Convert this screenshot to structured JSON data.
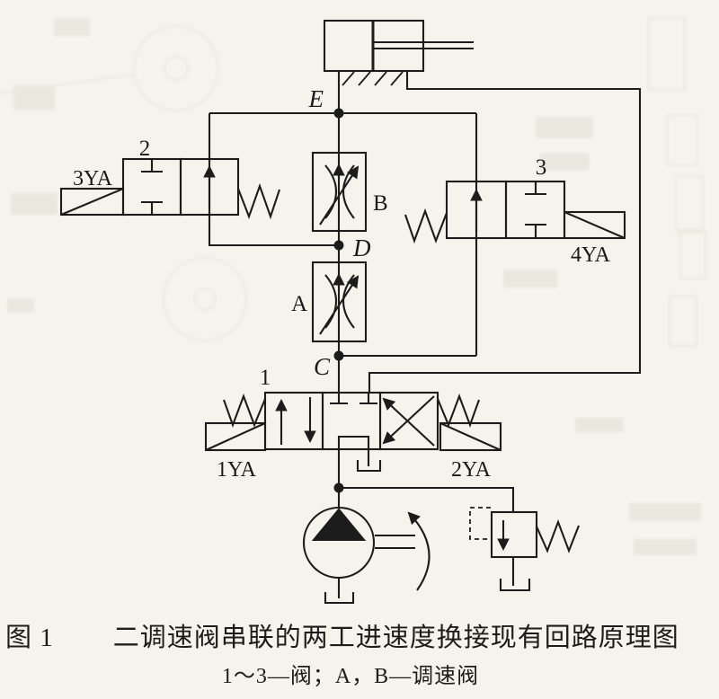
{
  "figure": {
    "fig_label": "图 1",
    "caption": "二调速阀串联的两工进速度换接现有回路原理图",
    "subcaption": "1～3—阀；A，B—调速阀"
  },
  "labels": {
    "node_e": "E",
    "node_d": "D",
    "node_c": "C",
    "speed_valve_a": "A",
    "speed_valve_b": "B",
    "valve_1": "1",
    "valve_2": "2",
    "valve_3": "3",
    "solenoid_1": "1YA",
    "solenoid_2": "2YA",
    "solenoid_3": "3YA",
    "solenoid_4": "4YA"
  },
  "colors": {
    "paper": "#f6f3ec",
    "ink": "#1c1c1c"
  }
}
